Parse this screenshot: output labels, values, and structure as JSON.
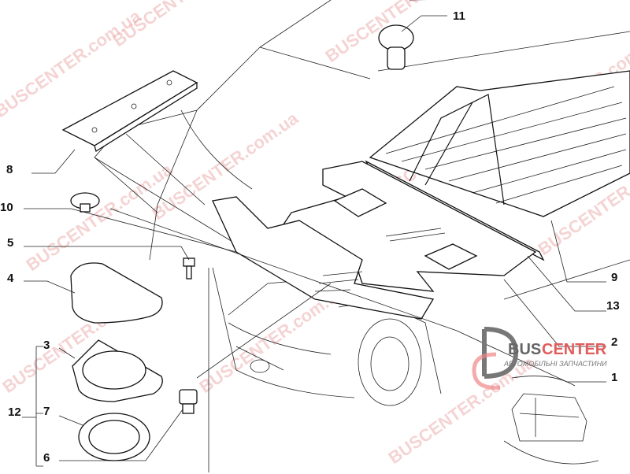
{
  "diagram": {
    "callouts": [
      "1",
      "2",
      "3",
      "4",
      "5",
      "6",
      "7",
      "8",
      "9",
      "10",
      "11",
      "12",
      "13"
    ],
    "watermark": "BUSCENTER.com.ua",
    "logo": {
      "bus": "BUS",
      "center": "CENTER",
      "subtitle": "АВТОМОБІЛЬНІ ЗАПЧАСТИНИ"
    },
    "colors": {
      "watermark": "#e9a0a0",
      "logo_red": "#e25c5c",
      "logo_gray": "#666666"
    }
  }
}
